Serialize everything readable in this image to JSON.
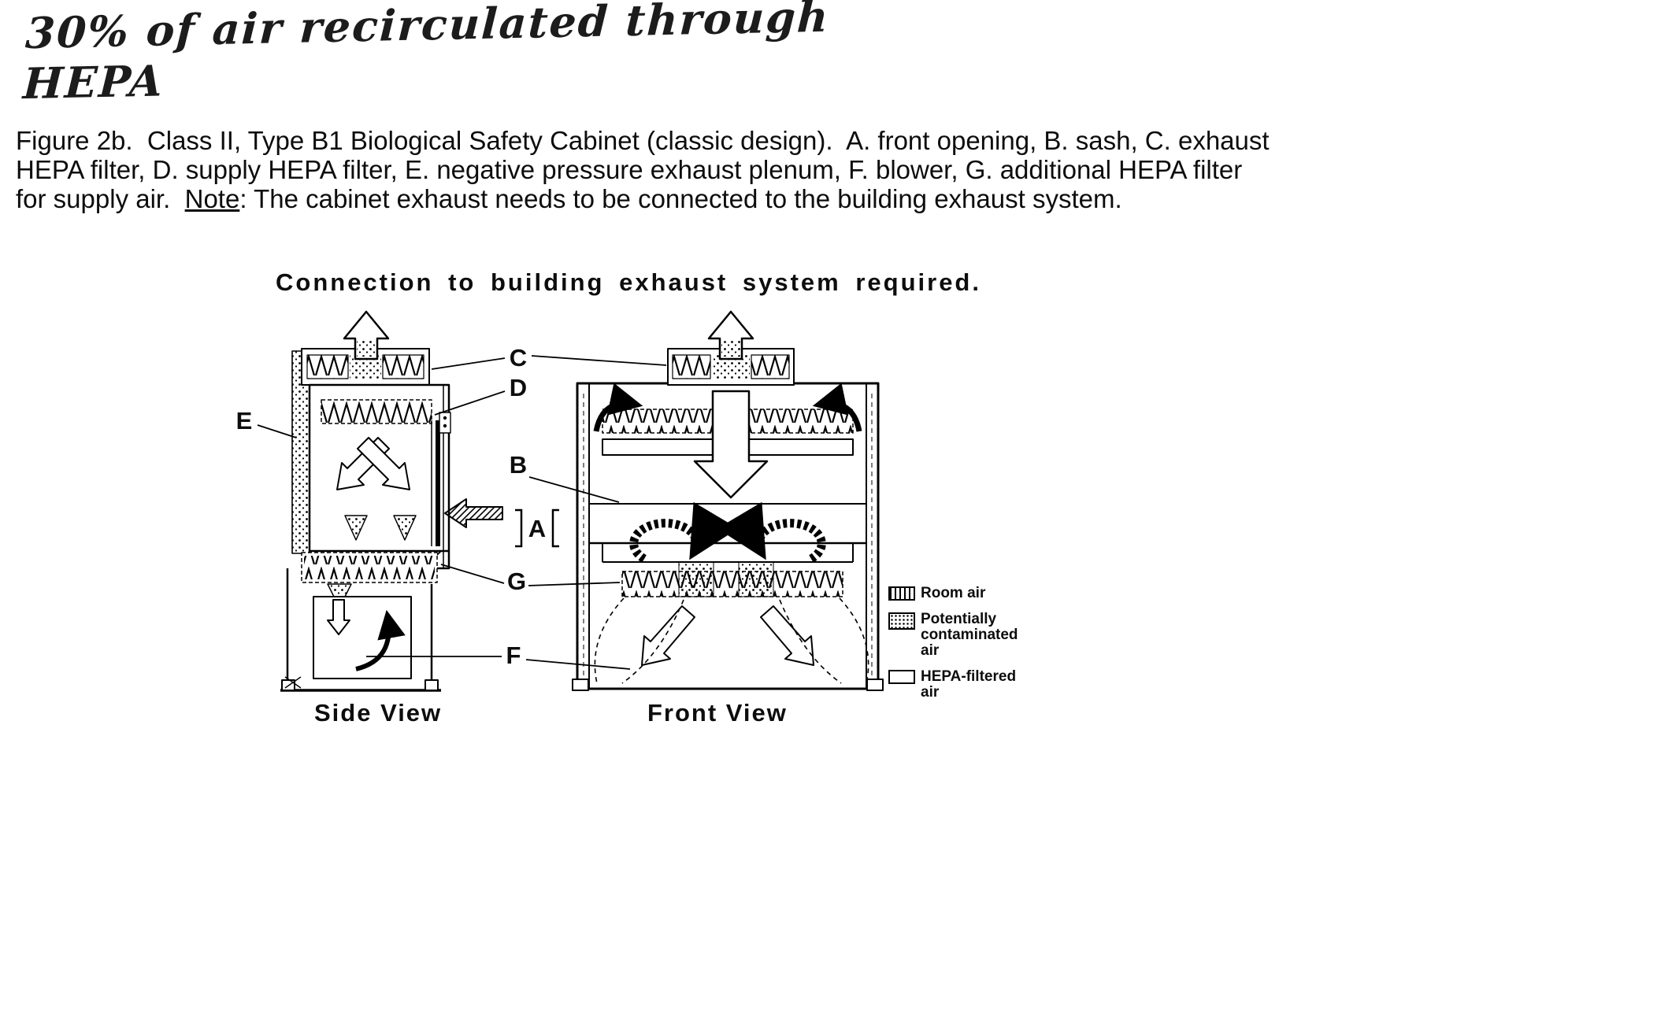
{
  "colors": {
    "ink": "#000000",
    "paper": "#ffffff"
  },
  "handwritten_note": "30% of air recirculated through HEPA",
  "caption": {
    "line1": "Figure 2b.  Class II, Type B1 Biological Safety Cabinet (classic design).  A. front opening, B. sash, C. exhaust",
    "line2": "HEPA filter, D. supply HEPA filter, E. negative pressure exhaust plenum, F. blower, G. additional HEPA filter",
    "line3_before_note": "for supply air.  ",
    "note_word": "Note",
    "line3_after_note": ": The cabinet exhaust needs to be connected to the building exhaust system."
  },
  "diagram": {
    "title": "Connection to building exhaust system required.",
    "labels": {
      "A": "A",
      "B": "B",
      "C": "C",
      "D": "D",
      "E": "E",
      "F": "F",
      "G": "G"
    },
    "side_view_label": "Side View",
    "front_view_label": "Front View",
    "legend": [
      {
        "swatch": "room-air-swatch",
        "label": "Room air"
      },
      {
        "swatch": "contaminated-air-swatch",
        "label": "Potentially contaminated air"
      },
      {
        "swatch": "hepa-filtered-air-swatch",
        "label": "HEPA-filtered air"
      }
    ]
  }
}
